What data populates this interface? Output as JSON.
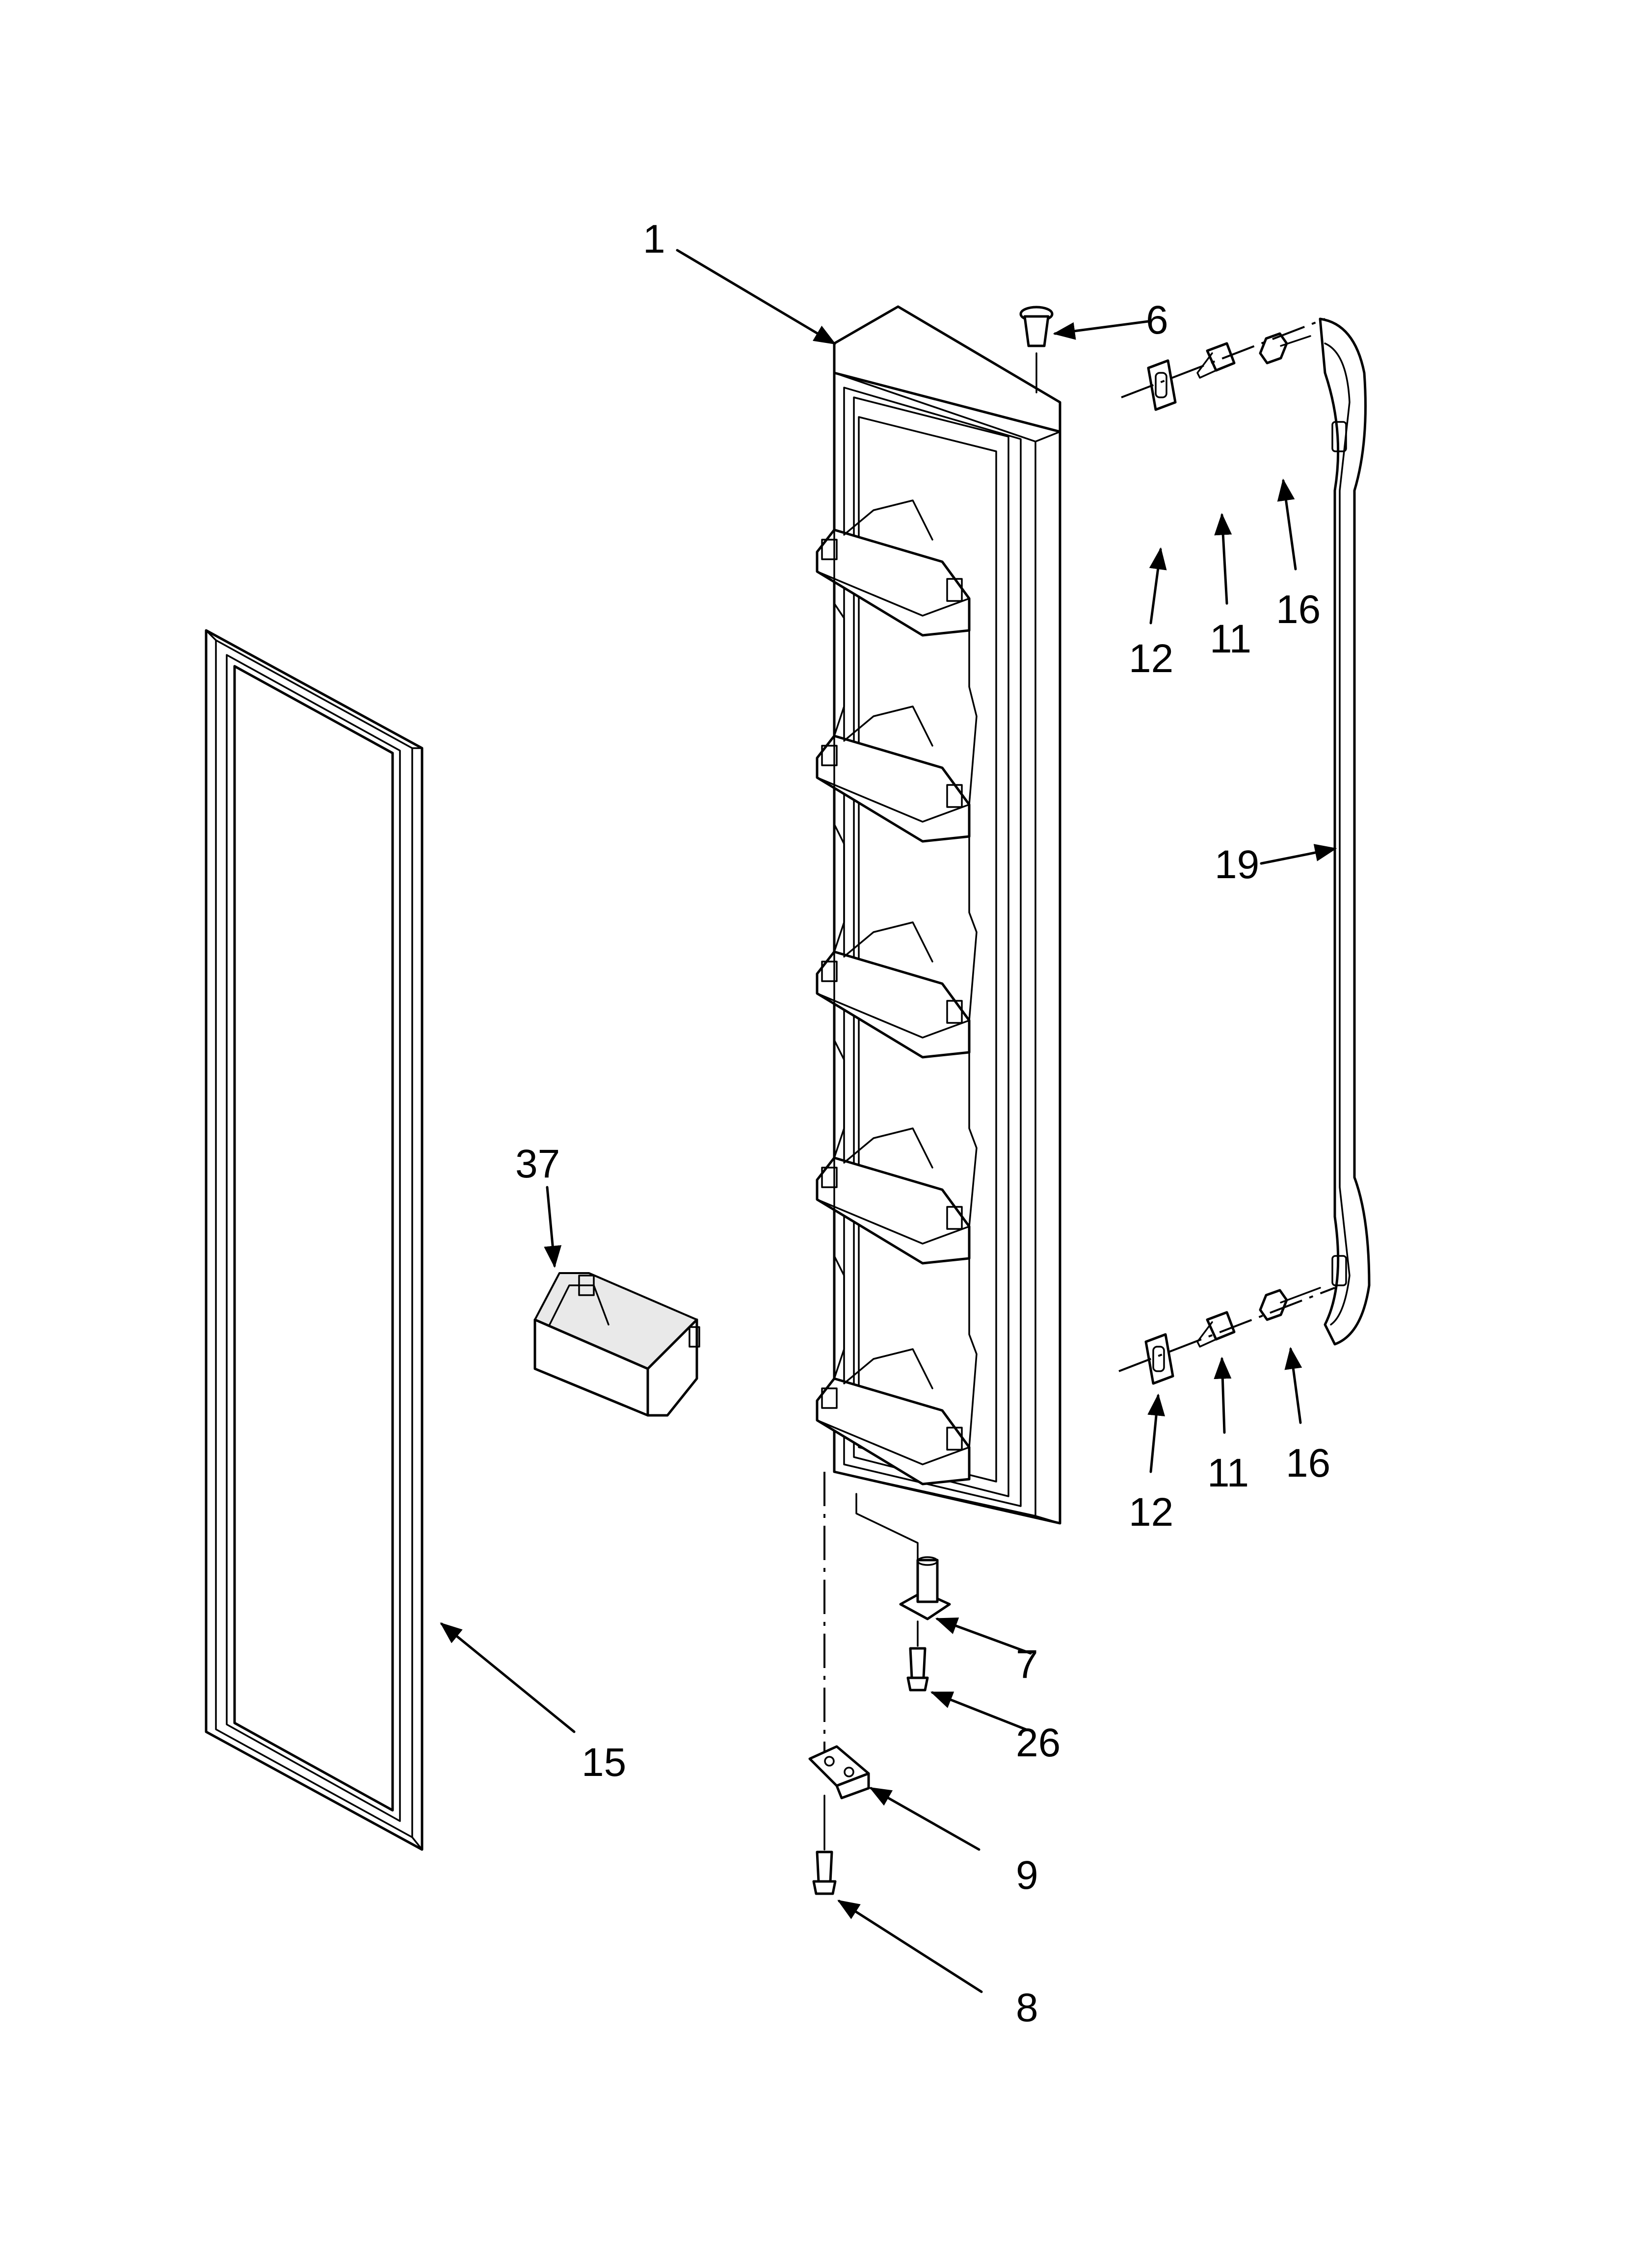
{
  "callouts": [
    {
      "id": "1",
      "text": "1"
    },
    {
      "id": "6",
      "text": "6"
    },
    {
      "id": "12-top",
      "text": "12"
    },
    {
      "id": "11-top",
      "text": "11"
    },
    {
      "id": "16-top",
      "text": "16"
    },
    {
      "id": "19",
      "text": "19"
    },
    {
      "id": "37",
      "text": "37"
    },
    {
      "id": "16-bottom",
      "text": "16"
    },
    {
      "id": "11-bottom",
      "text": "11"
    },
    {
      "id": "12-bottom",
      "text": "12"
    },
    {
      "id": "7",
      "text": "7"
    },
    {
      "id": "26",
      "text": "26"
    },
    {
      "id": "15",
      "text": "15"
    },
    {
      "id": "9",
      "text": "9"
    },
    {
      "id": "8",
      "text": "8"
    }
  ],
  "parts": [
    "door-assembly",
    "door-cap-plug",
    "handle-clip",
    "handle-stud",
    "handle-screw",
    "door-handle",
    "door-bin",
    "hinge-pin",
    "hinge-screw",
    "door-gasket",
    "hinge-bracket",
    "bracket-screw"
  ]
}
